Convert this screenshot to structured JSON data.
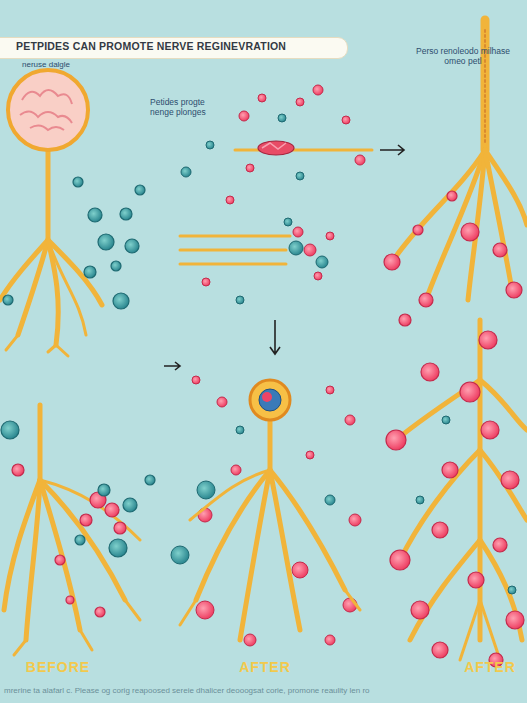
{
  "diagram": {
    "title": "PETPIDES CAN PROMOTE NERVE REGINEVRATION",
    "caption": "mrerine ta alafarl c. Please og corig reapoosed sereie dhalicer deooogsat corie, promone reaulity len ro",
    "labels": [
      "neruse dalgle",
      "Petides progte nenge plonges",
      "Perso renoleodo milhase omeo petl",
      "BEFORE",
      "AFTER",
      "AFTER"
    ]
  }
}
